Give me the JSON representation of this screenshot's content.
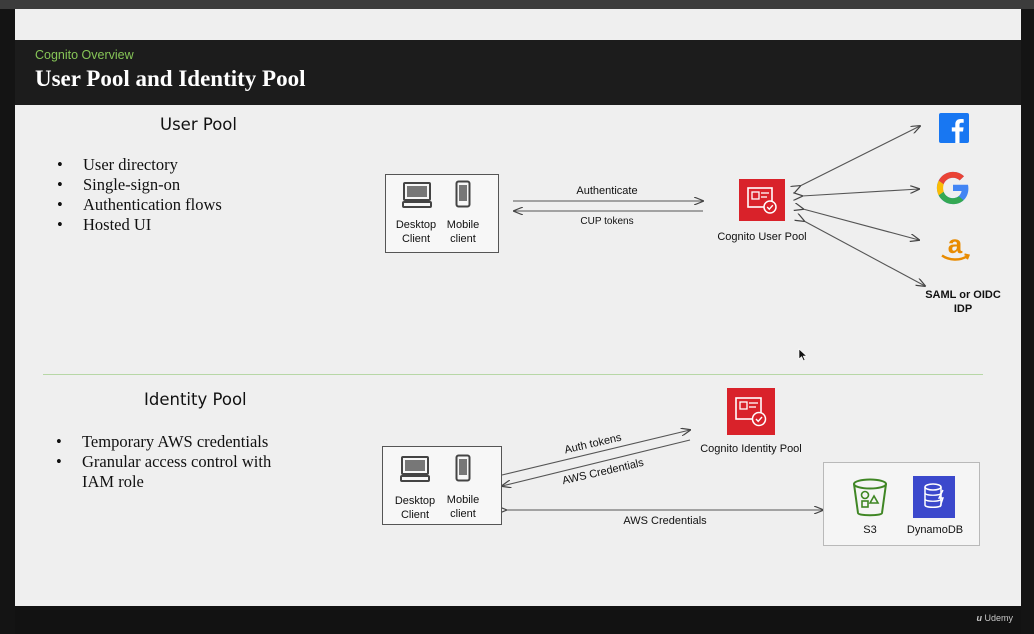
{
  "header": {
    "subtitle": "Cognito Overview",
    "title": "User Pool and Identity Pool"
  },
  "user_pool": {
    "heading": "User Pool",
    "bullets": [
      "User directory",
      "Single-sign-on",
      "Authentication flows",
      "Hosted UI"
    ],
    "client_box": {
      "desktop_label_1": "Desktop",
      "desktop_label_2": "Client",
      "mobile_label_1": "Mobile",
      "mobile_label_2": "client"
    },
    "arrow_top_label": "Authenticate",
    "arrow_bottom_label": "CUP tokens",
    "service_label": "Cognito User Pool",
    "idp_label_1": "SAML or OIDC",
    "idp_label_2": "IDP",
    "idp_icons": [
      "facebook-icon",
      "google-icon",
      "amazon-icon"
    ]
  },
  "identity_pool": {
    "heading": "Identity Pool",
    "bullets": [
      "Temporary AWS credentials",
      "Granular access control with",
      "IAM role"
    ],
    "client_box": {
      "desktop_label_1": "Desktop",
      "desktop_label_2": "Client",
      "mobile_label_1": "Mobile",
      "mobile_label_2": "client"
    },
    "arrow_top_label": "Auth tokens",
    "arrow_bottom_label": "AWS Credentials",
    "arrow_long_label": "AWS Credentials",
    "service_label": "Cognito Identity Pool",
    "s3_label": "S3",
    "dynamodb_label": "DynamoDB"
  },
  "footer": {
    "brand": "Udemy"
  },
  "colors": {
    "header_bg": "#1c1c1c",
    "subtitle_green": "#86c557",
    "cognito_red": "#d9222a",
    "dynamo_blue": "#3b48cc",
    "s3_green": "#3f8624"
  }
}
